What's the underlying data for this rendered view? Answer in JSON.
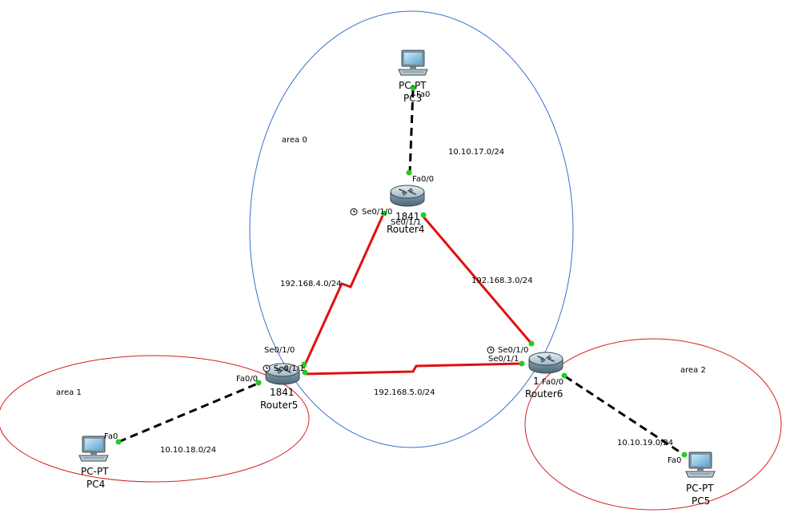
{
  "areas": [
    {
      "id": "area0",
      "label": "area 0",
      "color": "#3a6fd0"
    },
    {
      "id": "area1",
      "label": "area 1",
      "color": "#d42020"
    },
    {
      "id": "area2",
      "label": "area 2",
      "color": "#d42020"
    }
  ],
  "devices": {
    "pc3": {
      "model": "PC-PT",
      "name": "PC3"
    },
    "pc4": {
      "model": "PC-PT",
      "name": "PC4"
    },
    "pc5": {
      "model": "PC-PT",
      "name": "PC5"
    },
    "router4": {
      "model": "1841",
      "name": "Router4"
    },
    "router5": {
      "model": "1841",
      "name": "Router5"
    },
    "router6": {
      "model": "1",
      "name": "Router6"
    }
  },
  "interfaces": {
    "pc3_fa0": "Fa0",
    "r4_fa00": "Fa0/0",
    "r4_se010": "Se0/1/0",
    "r4_se011": "Se0/1/1",
    "r5_se010": "Se0/1/0",
    "r5_se011": "Se0/1/1",
    "r5_fa00": "Fa0/0",
    "pc4_fa0": "Fa0",
    "r6_se010": "Se0/1/0",
    "r6_se011": "Se0/1/1",
    "r6_fa00": "Fa0/0",
    "pc5_fa0": "Fa0"
  },
  "networks": {
    "n17": "10.10.17.0/24",
    "n18": "10.10.18.0/24",
    "n19": "10.10.19.0/24",
    "n4": "192.168.4.0/24",
    "n3": "192.168.3.0/24",
    "n5": "192.168.5.0/24"
  },
  "colors": {
    "serial_link": "#e01010",
    "ethernet_link": "#000000",
    "port_up": "#22cc22"
  }
}
